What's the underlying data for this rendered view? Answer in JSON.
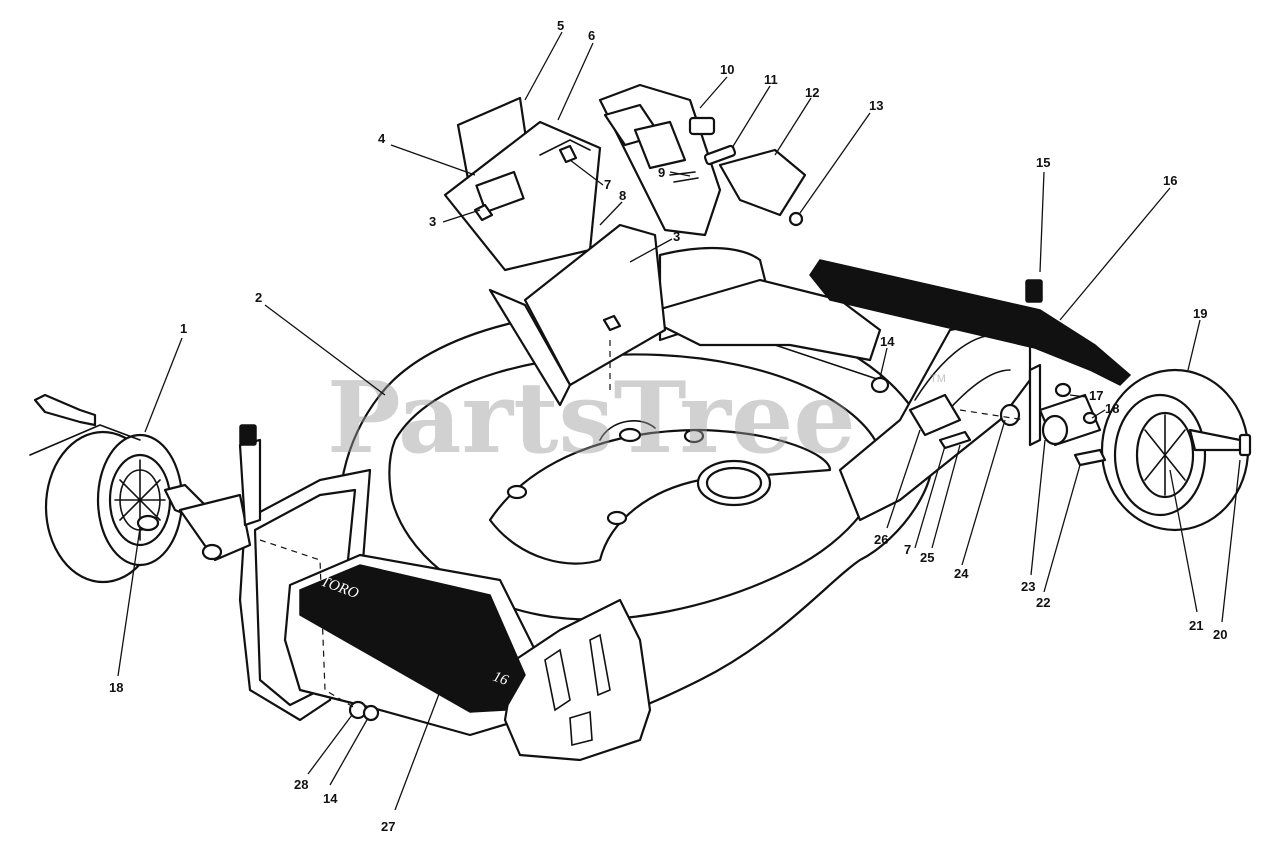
{
  "watermark": {
    "text": "PartsTree",
    "trademark": "TM"
  },
  "decal": {
    "text": "TORO",
    "number": "16"
  },
  "callouts": [
    {
      "id": "c1",
      "text": "1"
    },
    {
      "id": "c2",
      "text": "2"
    },
    {
      "id": "c3a",
      "text": "3"
    },
    {
      "id": "c3b",
      "text": "3"
    },
    {
      "id": "c4",
      "text": "4"
    },
    {
      "id": "c5",
      "text": "5"
    },
    {
      "id": "c6",
      "text": "6"
    },
    {
      "id": "c7a",
      "text": "7"
    },
    {
      "id": "c7b",
      "text": "7"
    },
    {
      "id": "c8",
      "text": "8"
    },
    {
      "id": "c9",
      "text": "9"
    },
    {
      "id": "c10",
      "text": "10"
    },
    {
      "id": "c11",
      "text": "11"
    },
    {
      "id": "c12",
      "text": "12"
    },
    {
      "id": "c13",
      "text": "13"
    },
    {
      "id": "c14a",
      "text": "14"
    },
    {
      "id": "c14b",
      "text": "14"
    },
    {
      "id": "c15",
      "text": "15"
    },
    {
      "id": "c16",
      "text": "16"
    },
    {
      "id": "c17",
      "text": "17"
    },
    {
      "id": "c18a",
      "text": "18"
    },
    {
      "id": "c18b",
      "text": "18"
    },
    {
      "id": "c19",
      "text": "19"
    },
    {
      "id": "c20",
      "text": "20"
    },
    {
      "id": "c21",
      "text": "21"
    },
    {
      "id": "c22",
      "text": "22"
    },
    {
      "id": "c23",
      "text": "23"
    },
    {
      "id": "c24",
      "text": "24"
    },
    {
      "id": "c25",
      "text": "25"
    },
    {
      "id": "c26",
      "text": "26"
    },
    {
      "id": "c27",
      "text": "27"
    },
    {
      "id": "c28",
      "text": "28"
    }
  ]
}
